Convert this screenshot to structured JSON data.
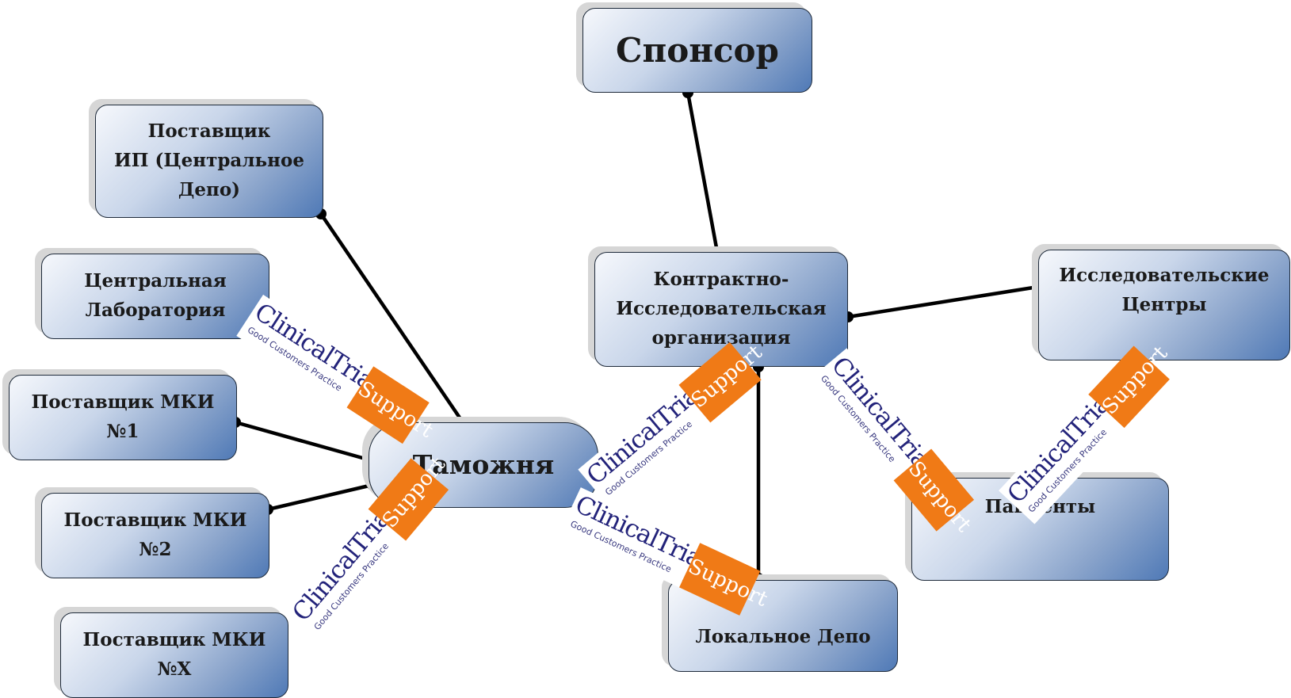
{
  "nodes": {
    "sponsor": "Спонсор",
    "supplier_ip": "Поставщик\nИП (Центральное\nДепо)",
    "central_lab": "Центральная\nЛаборатория",
    "supplier_mki_1": "Поставщик МКИ\n№1",
    "supplier_mki_2": "Поставщик МКИ\n№2",
    "supplier_mki_x": "Поставщик МКИ\n№Х",
    "customs": "Таможня",
    "cro": "Контрактно-\nИсследовательская\nорганизация",
    "research_centers": "Исследовательские\nЦентры",
    "patients": "Пациенты",
    "local_depot": "Локальное Депо"
  },
  "watermark": {
    "brand": "ClinicalTrial",
    "highlight": "Support",
    "tagline": "Good Customers Practice",
    "colors": {
      "brand": "#23237a",
      "highlight_bg": "#f07a16",
      "highlight_text": "#ffffff"
    }
  },
  "colors": {
    "node_gradient_light": "#f6f8fc",
    "node_gradient_dark": "#4f79b6",
    "node_border": "#1e2a3a",
    "connector": "#000000"
  }
}
